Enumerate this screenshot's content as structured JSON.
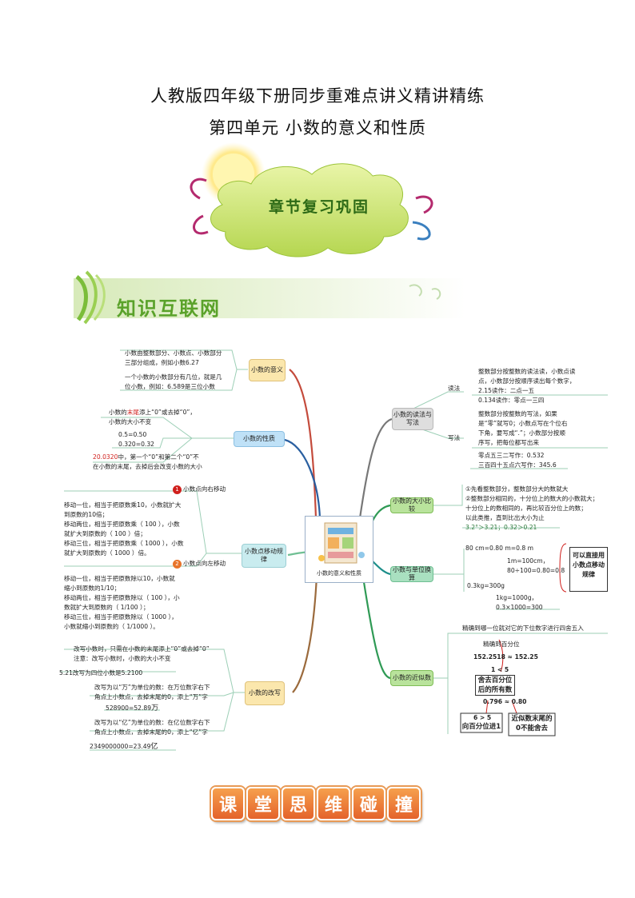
{
  "header": {
    "title_line1": "人教版四年级下册同步重难点讲义精讲精练",
    "title_line2": "第四单元  小数的意义和性质"
  },
  "cloud_label": "章节复习巩固",
  "banner_label": "知识互联网",
  "mindmap": {
    "center": {
      "label": "小数的意义和性质"
    },
    "left": {
      "meaning": {
        "label": "小数的意义",
        "lines": [
          "小数由整数部分、小数点、小数部分",
          "三部分组成，例如小数6.27",
          "一个小数的小数部分有几位，就是几",
          "位小数，例如：6.589是三位小数"
        ]
      },
      "property": {
        "label": "小数的性质",
        "line1a": "小数的",
        "line1b": "末尾",
        "line1c": "添上“0”或去掉“0”，",
        "line2": "小数的大小不变",
        "ex1": "0.5=0.50",
        "ex2": "0.320=0.32",
        "note1a": "20.0320",
        "note1b": "中，第一个“0”和第二个“0”不",
        "note2": "在小数的末尾，去掉后会改变小数的大小"
      },
      "move": {
        "label": "小数点移动规律",
        "right_num": "1",
        "right_title": "小数点向右移动",
        "right_lines": [
          "移动一位，相当于把原数乘10，小数就扩大",
          "到原数的10倍；",
          "移动两位，相当于把原数乘（ 100 ），小数",
          "就扩大到原数的（ 100 ）倍；",
          "移动三位，相当于把原数乘（ 1000 ），小数",
          "就扩大到原数的（ 1000 ）倍。"
        ],
        "left_num": "2",
        "left_title": "小数点向左移动",
        "left_lines": [
          "移动一位，相当于把原数除以10，小数就",
          "缩小到原数的1/10；",
          "移动两位，相当于把原数除以（ 100 ），小",
          "数就扩大到原数的（ 1/100 ）；",
          "移动三位，相当于把原数除以（ 1000 ），",
          "小数就缩小到原数的（ 1/1000 ）。"
        ]
      },
      "rewrite": {
        "label": "小数的改写",
        "a1": "改写小数时，只需在小数的末尾添上“0”或去掉“0”",
        "a2": "注意：改写小数时，小数的大小不变",
        "ex_a": "5.21改写为四位小数是5.2100",
        "b1": "改写为以“万”为单位的数：在万位数字右下",
        "b2": "角点上小数点，去掉末尾的0，添上“万”字",
        "ex_b1": "528900=52.89",
        "ex_b2": "万",
        "c1": "改写为以“亿”为单位的数：在亿位数字右下",
        "c2": "角点上小数点，去掉末尾的0，添上“亿”字",
        "ex_c1": "2349000000=23.49",
        "ex_c2": "亿"
      }
    },
    "right": {
      "readwrite": {
        "label": "小数的读法与写法",
        "read_label": "读法",
        "read_lines": [
          "整数部分按整数的读法读，小数点读",
          "点，小数部分按顺序读出每个数字，",
          "2.15读作：二点一五",
          "0.134读作：零点一三四"
        ],
        "write_label": "写法",
        "write_lines": [
          "整数部分按整数的写法，如果",
          "是“零”就写0；小数点写在个位右",
          "下角，要写成“.”；小数部分按顺",
          "序写，把每位都写出来"
        ],
        "write_ex": [
          "零点五三二写作：0.532",
          "三百四十五点六写作：345.6"
        ]
      },
      "compare": {
        "label": "小数的大小比较",
        "lines": [
          "①先看整数部分，整数部分大的数就大",
          "②整数部分相同的，十分位上的数大的小数就大；",
          "十分位上的数相同的，再比较百分位上的数；",
          "以此类推，直到比出大小为止"
        ],
        "example": "3.2°＞3.21；0.32＞0.21"
      },
      "units": {
        "label": "小数与单位换算",
        "u1": "80 cm=0.80 m=0.8 m",
        "u2": "1m=100cm，",
        "u3": "80÷100=0.80=0.8",
        "u4": "0.3kg=300g",
        "u5": "1kg=1000g，",
        "u6": "0.3×1000=300",
        "side_note": "可以直接用小数点移动规律"
      },
      "approx": {
        "label": "小数的近似数",
        "rule": "精确到哪一位就对它的下位数字进行四舍五入",
        "sub": "精确到百分位",
        "eq1a": "152.2518",
        "eq1b": "≈",
        "eq1c": "152.25",
        "cmp1": "1 < 5",
        "box1": "舍去百分位后的所有数",
        "eq2a": "0.796",
        "eq2b": "≈",
        "eq2c": "0.80",
        "cmp2": "6 > 5",
        "box2": "向百分位进1",
        "box3": "近似数末尾的0不能舍去"
      }
    }
  },
  "footer_chars": [
    "课",
    "堂",
    "思",
    "维",
    "碰",
    "撞"
  ],
  "colors": {
    "branch_red": "#c44b3c",
    "branch_blue": "#2a5fa0",
    "branch_grey": "#777777",
    "branch_green": "#2f9a55",
    "branch_teal": "#1d8e8a",
    "accent_red": "#d0201d"
  }
}
